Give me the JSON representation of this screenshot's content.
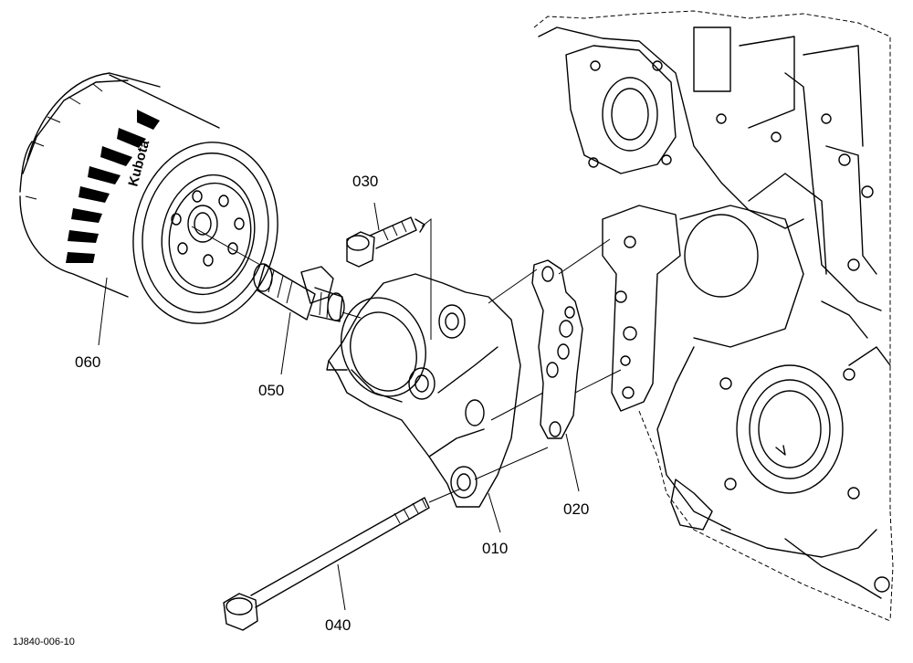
{
  "parts": [
    {
      "id": "010",
      "label": "010"
    },
    {
      "id": "020",
      "label": "020"
    },
    {
      "id": "030",
      "label": "030"
    },
    {
      "id": "040",
      "label": "040"
    },
    {
      "id": "050",
      "label": "050"
    },
    {
      "id": "060",
      "label": "060"
    }
  ],
  "filter_brand": "Kubota",
  "figure_number": "1J840-006-10"
}
